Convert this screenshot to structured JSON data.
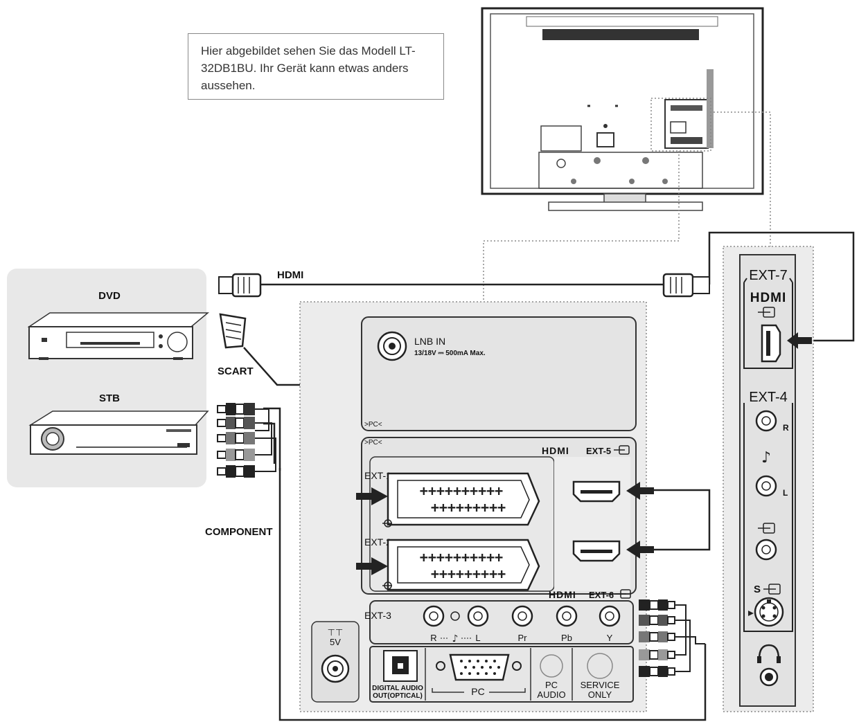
{
  "note": "Hier abgebildet sehen Sie das Modell LT-32DB1BU. Ihr Gerät kann etwas anders aussehen.",
  "devices": {
    "dvd": "DVD",
    "stb": "STB"
  },
  "cables": {
    "hdmi": "HDMI",
    "scart": "SCART",
    "component": "COMPONENT"
  },
  "panel": {
    "lnb_in": "LNB IN",
    "lnb_spec": "13/18V ⎓ 500mA Max.",
    "pc_marker_1": ">PC<",
    "pc_marker_2": ">PC<",
    "hdmi_logo_5": "HDMI",
    "ext5": "EXT-5",
    "ext1": "EXT-1",
    "ext2": "EXT-2",
    "hdmi_logo_6": "HDMI",
    "ext6": "EXT-6",
    "ext3": "EXT-3",
    "jack_r": "R",
    "jack_l": "L",
    "jack_pr": "Pr",
    "jack_pb": "Pb",
    "jack_y": "Y",
    "ant_5v": "5V",
    "digital_audio_1": "DIGITAL AUDIO",
    "digital_audio_2": "OUT(OPTICAL)",
    "pc": "PC",
    "pc_audio_1": "PC",
    "pc_audio_2": "AUDIO",
    "service_1": "SERVICE",
    "service_2": "ONLY"
  },
  "side_panel": {
    "ext7": "EXT-7",
    "hdmi_logo_7": "HDMI",
    "ext4": "EXT-4",
    "r": "R",
    "l": "L",
    "s": "S"
  }
}
